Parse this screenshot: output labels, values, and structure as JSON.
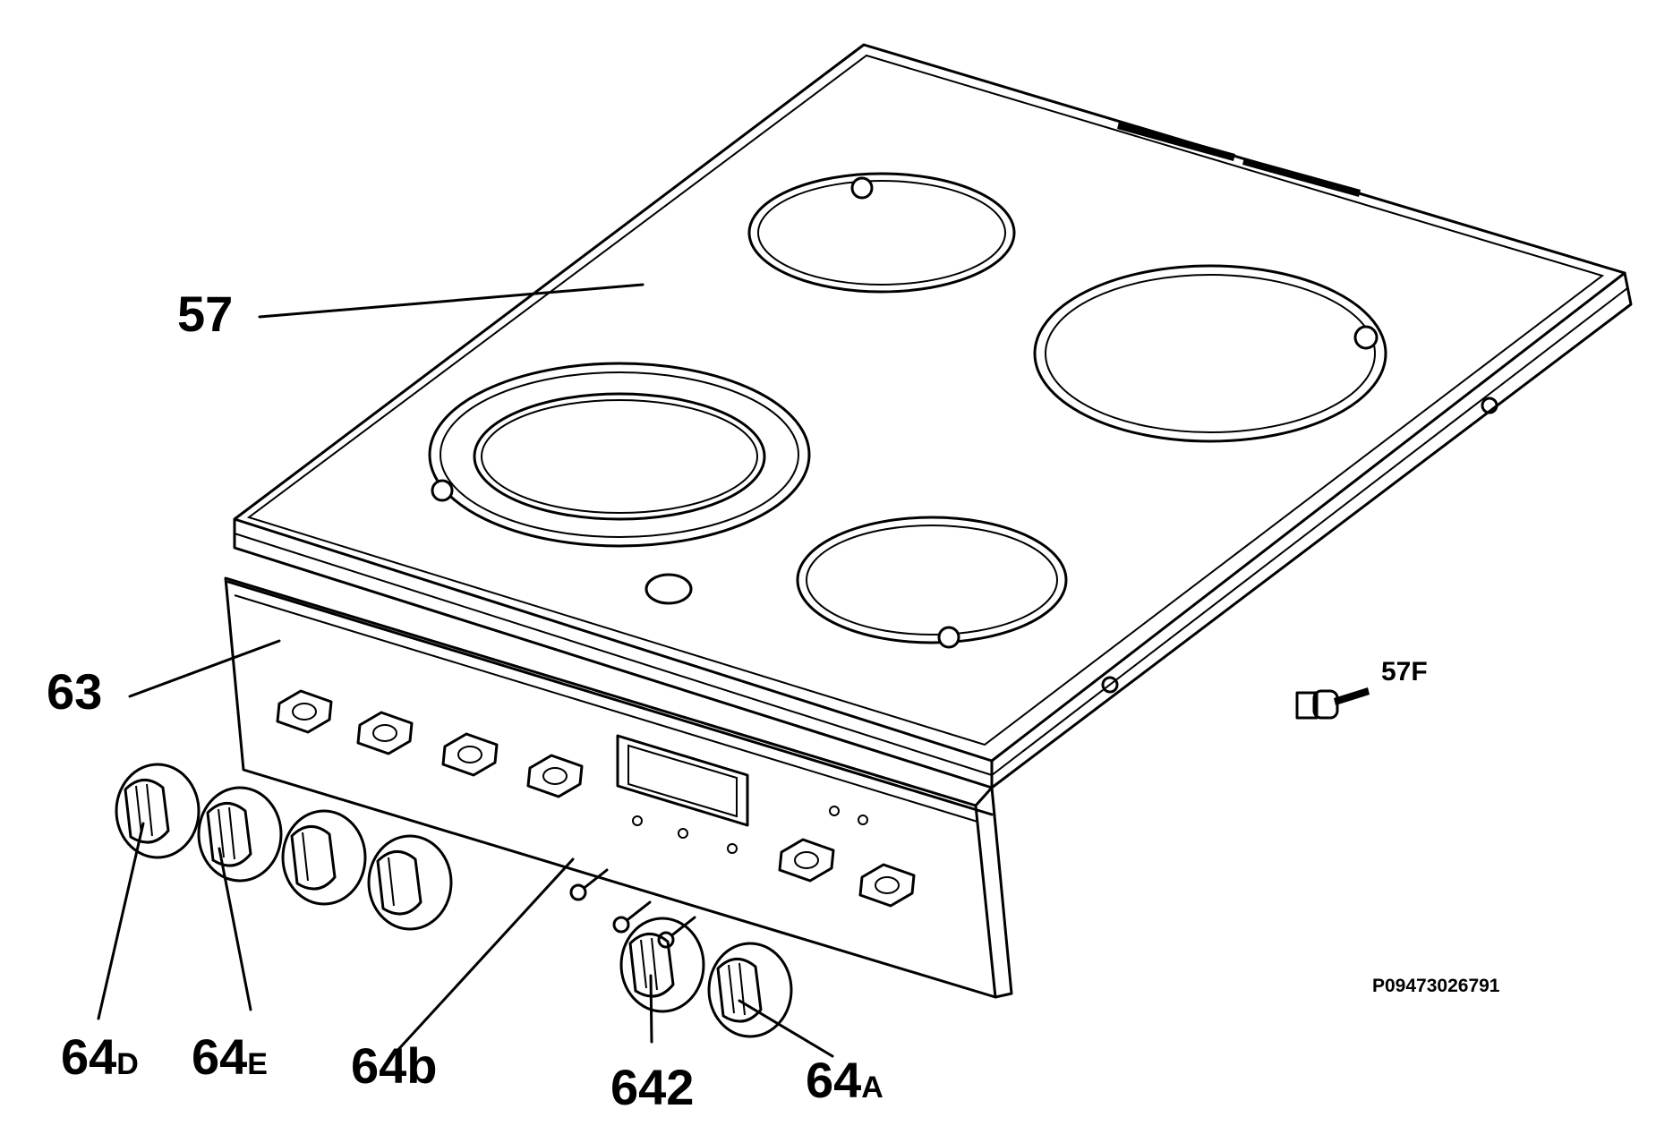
{
  "labels": {
    "hob_top": "57",
    "fixing_part": "57F",
    "control_panel": "63",
    "knob_d": {
      "main": "64",
      "sub": "D"
    },
    "knob_e": {
      "main": "64",
      "sub": "E"
    },
    "knob_b": "64b",
    "knob_642": "642",
    "knob_a": {
      "main": "64",
      "sub": "A"
    }
  },
  "part_code": "P09473026791"
}
